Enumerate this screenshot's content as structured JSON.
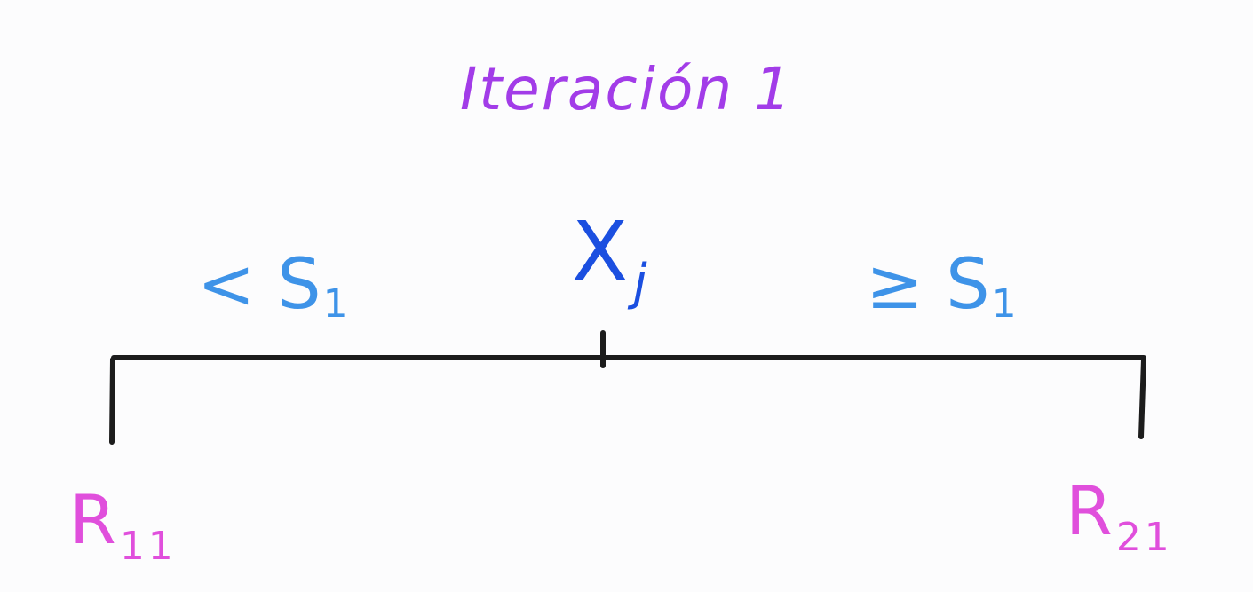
{
  "title": "Iteración 1",
  "split_variable": {
    "symbol": "X",
    "subscript": "j"
  },
  "branches": [
    {
      "condition_symbol": "<",
      "threshold": "S",
      "threshold_subscript": "1"
    },
    {
      "condition_symbol": "≥",
      "threshold": "S",
      "threshold_subscript": "1"
    }
  ],
  "regions": [
    {
      "symbol": "R",
      "subscript": "11"
    },
    {
      "symbol": "R",
      "subscript": "21"
    }
  ],
  "colors": {
    "title": "#a23ce8",
    "variable": "#1b4fe0",
    "condition": "#3e93e8",
    "region": "#e04fdc",
    "line": "#1c1c1c",
    "background": "#fcfcfd"
  }
}
